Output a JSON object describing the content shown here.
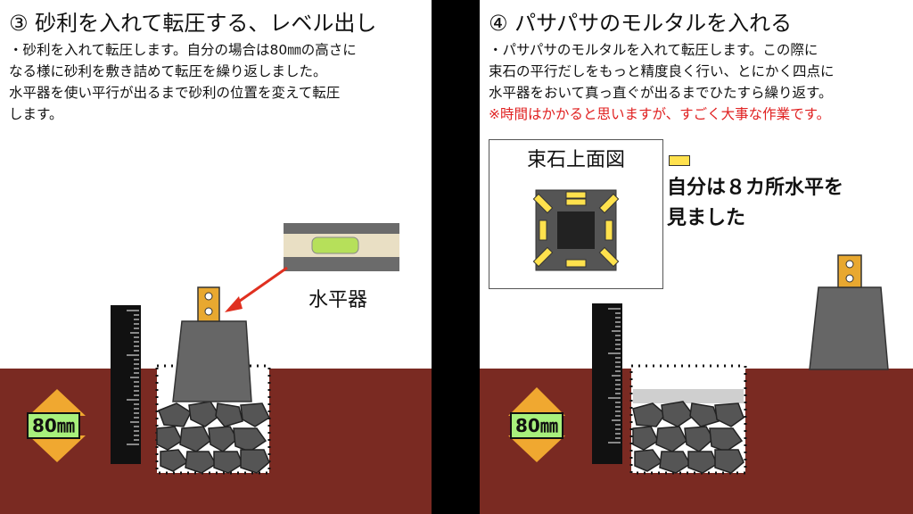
{
  "left": {
    "title": "③ 砂利を入れて転圧する、レベル出し",
    "body": [
      "・砂利を入れて転圧します。自分の場合は80㎜の高さに",
      "なる様に砂利を敷き詰めて転圧を繰り返しました。",
      "水平器を使い平行が出るまで砂利の位置を変えて転圧",
      "します。"
    ],
    "level_label": "水平器",
    "height_badge": "80㎜"
  },
  "right": {
    "title": "④ パサパサのモルタルを入れる",
    "body": [
      "・パサパサのモルタルを入れて転圧します。この際に",
      "束石の平行だしをもっと精度良く行い、とにかく四点に",
      "水平器をおいて真っ直ぐが出るまでひたすら繰り返す。"
    ],
    "warning": "※時間はかかると思いますが、すごく大事な作業です。",
    "top_view_title": "束石上面図",
    "note_line1": "自分は８カ所水平を",
    "note_line2": "見ました",
    "height_badge": "80㎜"
  },
  "colors": {
    "soil": "#7a2a22",
    "stone": "#555555",
    "level_marker": "#ffe14d",
    "bracket": "#e8a830",
    "badge": "#a8f07c",
    "arrow": "#e03020",
    "warning": "#e02020"
  }
}
